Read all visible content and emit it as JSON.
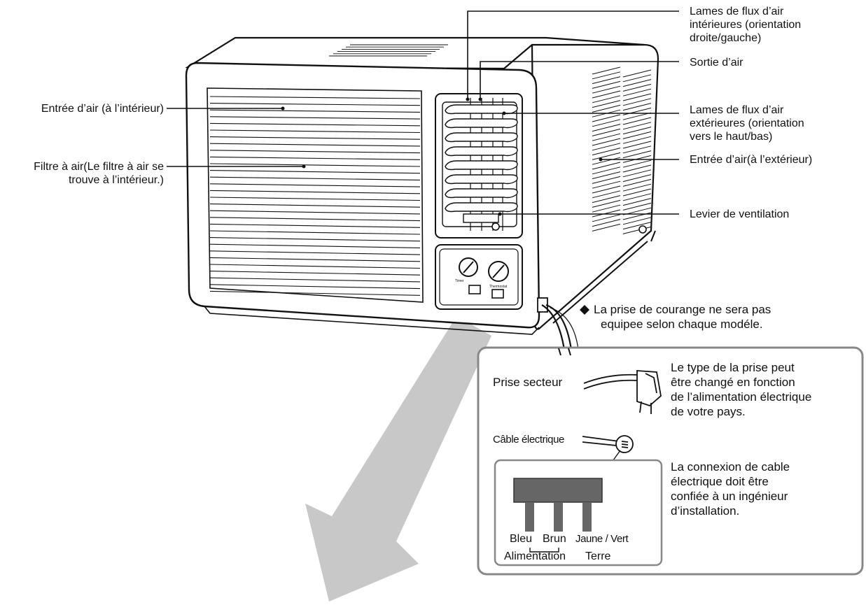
{
  "callouts": {
    "interior_blades": [
      "Lames de flux d’air",
      "intérieures (orientation",
      "droite/gauche)"
    ],
    "air_outlet": "Sortie d’air",
    "exterior_blades": [
      "Lames de flux d’air",
      "extérieures (orientation",
      "vers le haut/bas)"
    ],
    "air_inlet_outside": "Entrée d’air(à l’extérieur)",
    "vent_lever": "Levier de ventilation",
    "air_inlet_inside": "Entrée d’air (à l’intérieur)",
    "air_filter": [
      "Filtre à air(Le filtre à air se",
      "trouve à l’intérieur.)"
    ]
  },
  "panel_labels": {
    "timer": "Timer",
    "thermostat": "Thermostat"
  },
  "note": [
    "La prise de courange ne sera pas",
    "equipee selon chaque modéle."
  ],
  "inset": {
    "plug_label": "Prise secteur",
    "plug_note": [
      "Le type de la prise peut",
      "être changé en fonction",
      "de l’alimentation électrique",
      "de votre pays."
    ],
    "cable_label": "Câble électrique",
    "cable_note": [
      "La connexion de cable",
      "électrique doit être",
      "confiée à un ingénieur",
      "d’installation."
    ],
    "wires": {
      "blue": "Bleu",
      "brown": "Brun",
      "yellow_green": "Jaune / Vert"
    },
    "groups": {
      "supply": "Alimentation",
      "earth": "Terre"
    }
  }
}
